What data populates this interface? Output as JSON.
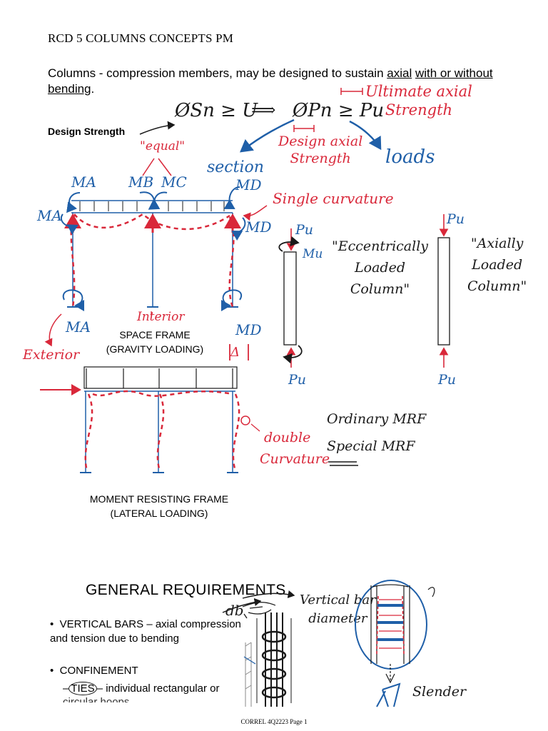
{
  "document": {
    "title": "RCD 5 COLUMNS CONCEPTS PM",
    "intro": {
      "part1": "Columns - compression members, may be designed to sustain ",
      "axial": "axial",
      "part2": " ",
      "with_or_without": "with or without",
      "part3": " ",
      "bending": "bending",
      "part4": "."
    },
    "design_strength_label": "Design Strength",
    "space_frame_caption": [
      "SPACE FRAME",
      "(GRAVITY LOADING)"
    ],
    "mrf_caption": [
      "MOMENT RESISTING FRAME",
      "(LATERAL LOADING)"
    ],
    "general_heading": "GENERAL REQUIREMENTS",
    "bullets": [
      {
        "bullet": "•",
        "text": "VERTICAL BARS – axial compression and tension due to bending"
      },
      {
        "bullet": "•",
        "text": "CONFINEMENT"
      }
    ],
    "sub_bullet": {
      "dash": "–",
      "ties": "TIES",
      "text": "– individual rectangular or"
    },
    "sub_bullet_tail": "circular hoops",
    "footer": "CORREL 4Q2223 Page 1"
  },
  "handwriting": {
    "eq1": "ØSn ≥ U",
    "arrow": "⟹",
    "eq2": "ØPn ≥ Pu",
    "ultimate": [
      "Ultimate axial",
      "Strength"
    ],
    "design_axial": [
      "Design axial",
      "Strength"
    ],
    "loads": "loads",
    "section": "section",
    "equal": "\"equal\"",
    "ma": "MA",
    "mb": "MB",
    "mc": "MC",
    "md": "MD",
    "single_curvature": "Single curvature",
    "interior": "Interior",
    "exterior": "Exterior",
    "pu": "Pu",
    "mu": "Mu",
    "eccentric": [
      "\"Eccentrically",
      "Loaded",
      "Column\""
    ],
    "axial_loaded": [
      "\"Axially",
      "Loaded",
      "Column\""
    ],
    "delta": "Δ",
    "double_curvature": [
      "double",
      "Curvature"
    ],
    "ordinary_mrf": "Ordinary MRF",
    "special_mrf": "Special MRF",
    "db": "db",
    "vertical_bar": [
      "Vertical bar",
      "diameter"
    ],
    "slender": "Slender"
  },
  "colors": {
    "red_ink": "#d9283a",
    "blue_ink": "#1f5fa8",
    "black_ink": "#1a1a1a"
  }
}
